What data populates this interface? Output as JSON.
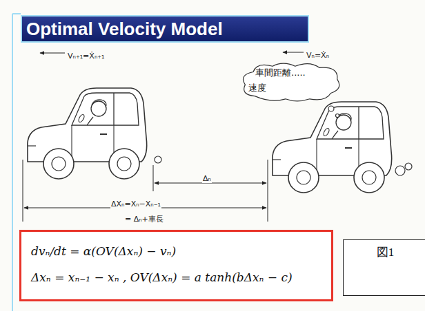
{
  "diagram": {
    "title": "Optimal Velocity Model",
    "nodes": [
      {
        "text": [
          "車間距離.....",
          "速度"
        ]
      },
      {
        "text": [
          "dvₙ/dt = α(OV(Δxₙ) − vₙ)",
          "Δxₙ = xₙ₋₁ − xₙ , OV(Δxₙ) = a tanh(bΔxₙ − c)"
        ]
      },
      {
        "text": [
          "図1"
        ]
      }
    ],
    "labels": [
      "Vₙ₊₁=Ẋₙ₊₁",
      "Vₙ=Ẋₙ",
      "Δₙ",
      "ΔXₙ=Xₙ−Xₙ₋₁",
      "= Δₙ+車長"
    ]
  }
}
